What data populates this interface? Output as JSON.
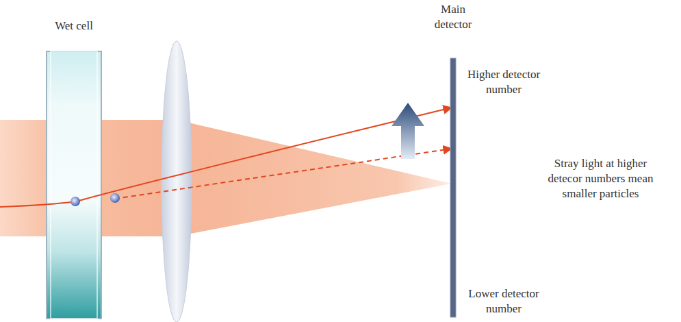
{
  "diagram": {
    "nodes": [
      {
        "text": [
          "Wet cell"
        ]
      },
      {
        "text": [
          "Main detector"
        ]
      }
    ],
    "labels": [
      "Higher detector number",
      "Stray light at higher detecor numbers mean smaller particles",
      "Lower detector number"
    ]
  }
}
